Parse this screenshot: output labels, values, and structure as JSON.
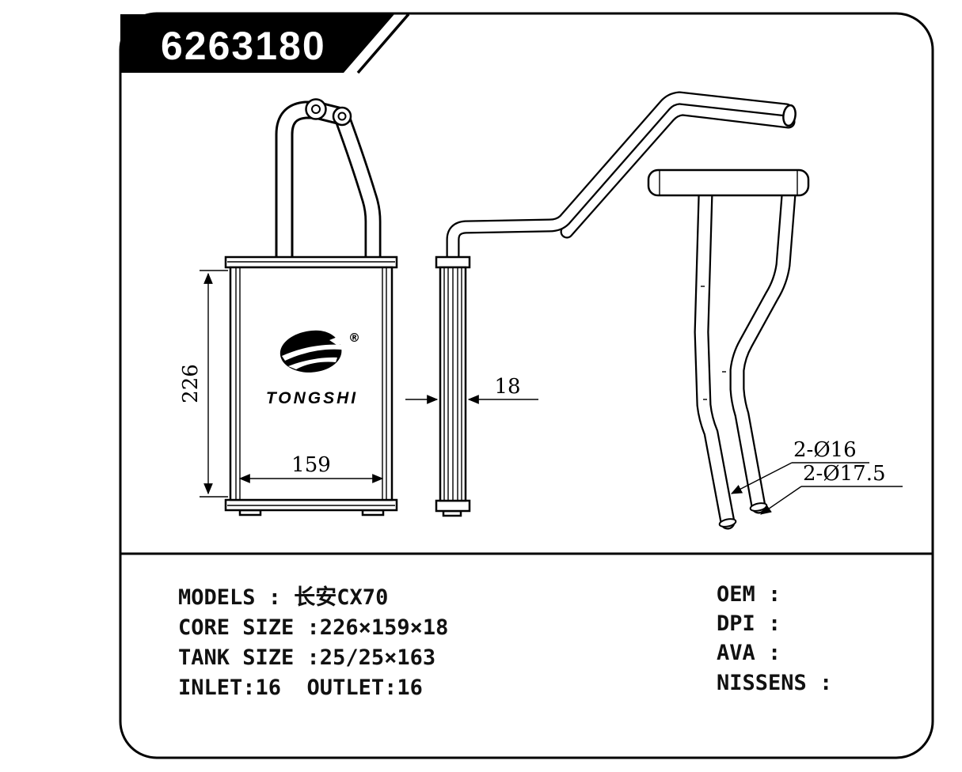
{
  "part_number": "6263180",
  "logo": {
    "brand": "TONGSHI",
    "registered": "®"
  },
  "dimensions": {
    "core_height": "226",
    "core_width": "159",
    "core_thickness": "18",
    "pipe_dia_small": "2-Ø16",
    "pipe_dia_large": "2-Ø17.5"
  },
  "specs": {
    "left": [
      {
        "text": "MODELS : 长安CX70"
      },
      {
        "text": "CORE SIZE :226×159×18"
      },
      {
        "text": "TANK SIZE :25/25×163"
      },
      {
        "text": "INLET:16  OUTLET:16"
      }
    ],
    "right": [
      {
        "text": "OEM :"
      },
      {
        "text": "DPI :"
      },
      {
        "text": "AVA :"
      },
      {
        "text": "NISSENS :"
      }
    ]
  }
}
